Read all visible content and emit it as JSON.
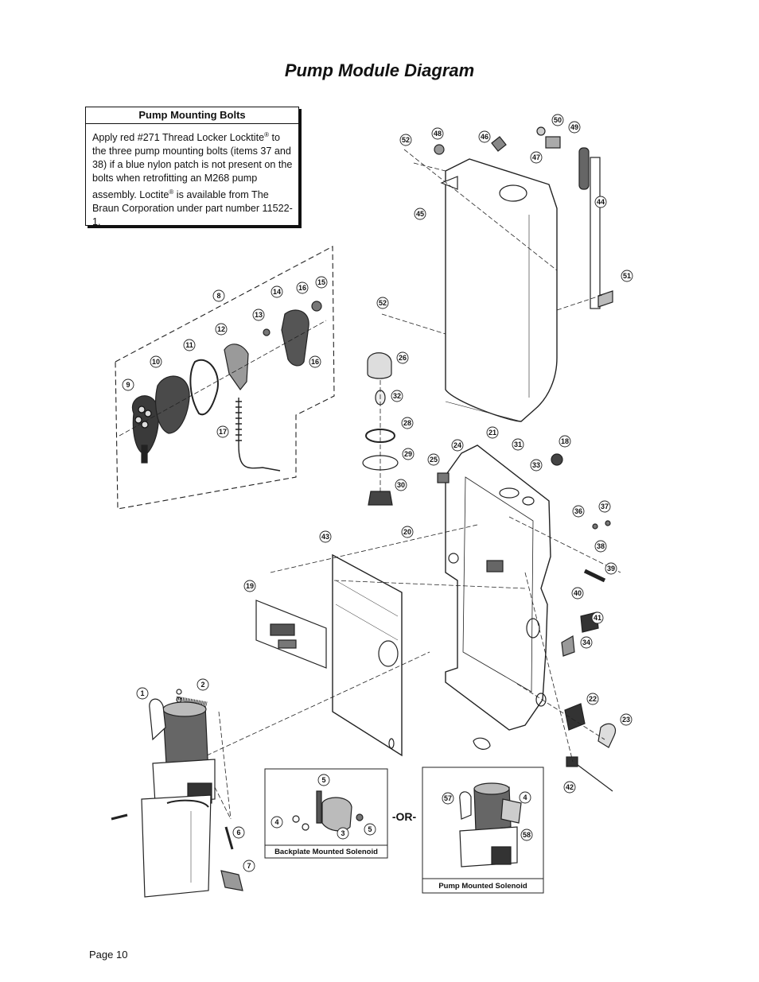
{
  "title": "Pump Module Diagram",
  "note": {
    "heading": "Pump Mounting Bolts",
    "text_a": "Apply red #271 Thread Locker Locktite",
    "text_b": " to the three pump mounting bolts (items 37 and 38) if a blue nylon patch is not present on the bolts when retrofitting an M268 pump assembly.  Loctite",
    "text_c": " is available from The Braun Corporation under part number 11522-1.",
    "reg_mark": "®"
  },
  "insets": {
    "backplate_caption": "Backplate Mounted Solenoid",
    "pump_caption": "Pump Mounted Solenoid",
    "or_label": "-OR-"
  },
  "callouts": [
    "1",
    "2",
    "3",
    "4",
    "4",
    "5",
    "5",
    "6",
    "7",
    "8",
    "9",
    "10",
    "11",
    "12",
    "13",
    "14",
    "15",
    "16",
    "16",
    "17",
    "18",
    "19",
    "20",
    "21",
    "22",
    "23",
    "24",
    "25",
    "26",
    "28",
    "29",
    "30",
    "31",
    "32",
    "33",
    "34",
    "36",
    "37",
    "38",
    "39",
    "40",
    "41",
    "42",
    "43",
    "44",
    "45",
    "46",
    "47",
    "48",
    "49",
    "50",
    "51",
    "52",
    "52",
    "57",
    "58"
  ],
  "footer": {
    "page": "Page 10"
  }
}
